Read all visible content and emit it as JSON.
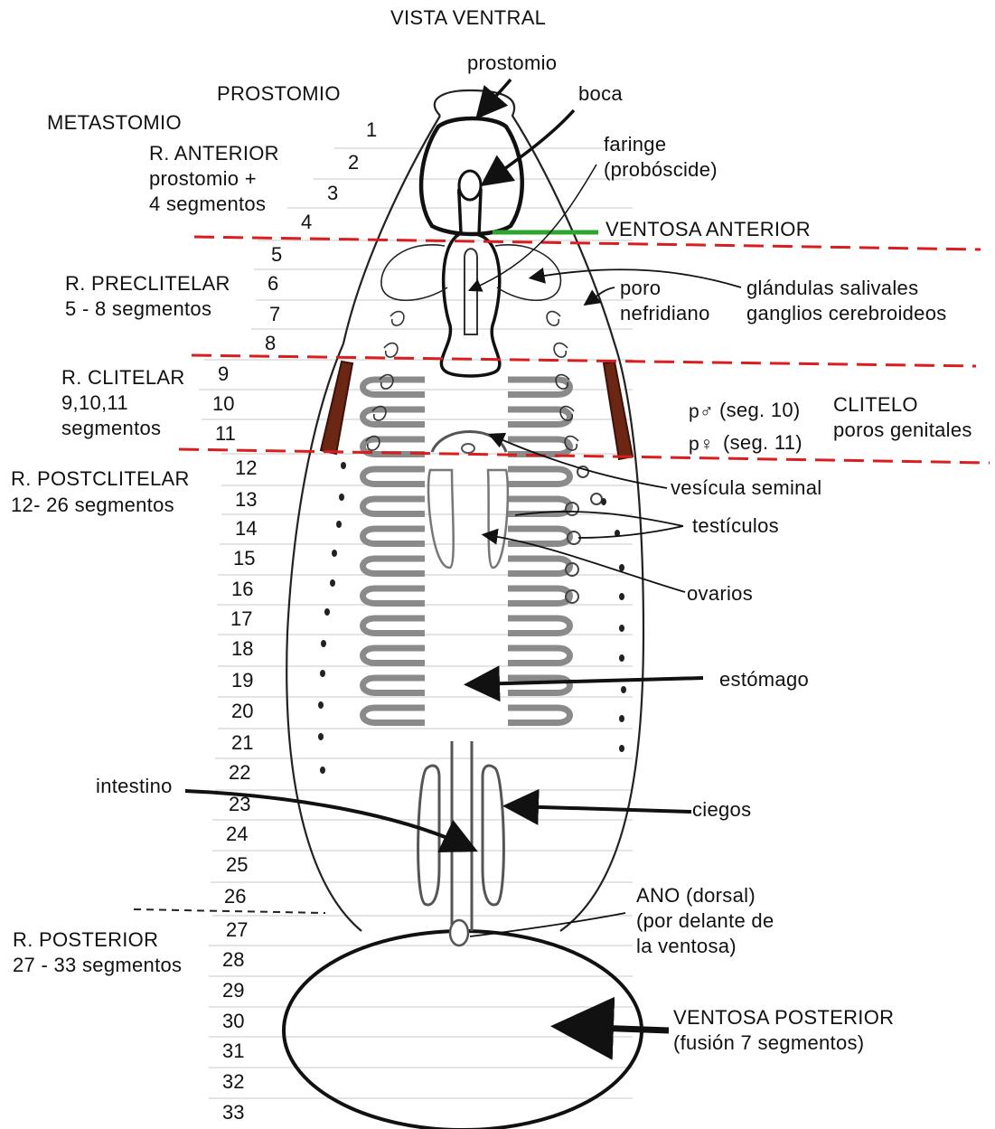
{
  "title": "VISTA VENTRAL",
  "labels": {
    "prostomio_small": "prostomio",
    "boca": "boca",
    "prostomio_caps": "PROSTOMIO",
    "metastomio": "METASTOMIO",
    "r_anterior": [
      "R. ANTERIOR",
      "prostomio +",
      "4 segmentos"
    ],
    "faringe": [
      "faringe",
      "(probóscide)"
    ],
    "ventosa_anterior": "VENTOSA ANTERIOR",
    "r_preclitelar": [
      "R. PRECLITELAR",
      "5 - 8 segmentos"
    ],
    "poro_nefridiano": [
      "poro",
      "nefridiano"
    ],
    "glandulas": [
      "glándulas salivales",
      "ganglios cerebroideos"
    ],
    "r_clitelar": [
      "R. CLITELAR",
      "9,10,11",
      "segmentos"
    ],
    "male_pore": "(seg. 10)",
    "female_pore": "(seg. 11)",
    "male_symbol": "p♂",
    "female_symbol": "p♀",
    "clitelo": [
      "CLITELO",
      "poros genitales"
    ],
    "r_postclitelar": [
      "R. POSTCLITELAR",
      "12- 26 segmentos"
    ],
    "vesicula": "vesícula seminal",
    "testiculos": "testículos",
    "ovarios": "ovarios",
    "estomago": "estómago",
    "intestino": "intestino",
    "ciegos": "ciegos",
    "ano": [
      "ANO (dorsal)",
      "(por delante de",
      "la ventosa)"
    ],
    "r_posterior": [
      "R. POSTERIOR",
      "27 - 33 segmentos"
    ],
    "ventosa_posterior": [
      "VENTOSA POSTERIOR",
      "(fusión 7 segmentos)"
    ]
  },
  "segment_numbers": [
    "1",
    "2",
    "3",
    "4",
    "5",
    "6",
    "7",
    "8",
    "9",
    "10",
    "11",
    "12",
    "13",
    "14",
    "15",
    "16",
    "17",
    "18",
    "19",
    "20",
    "21",
    "22",
    "23",
    "24",
    "25",
    "26",
    "27",
    "28",
    "29",
    "30",
    "31",
    "32",
    "33"
  ],
  "colors": {
    "outline": "#111111",
    "region_divider": "#d81e1e",
    "clitellum": "#6b2614",
    "anterior_sucker_line": "#2ea32e",
    "gut_fill": "#9a9a9a"
  }
}
